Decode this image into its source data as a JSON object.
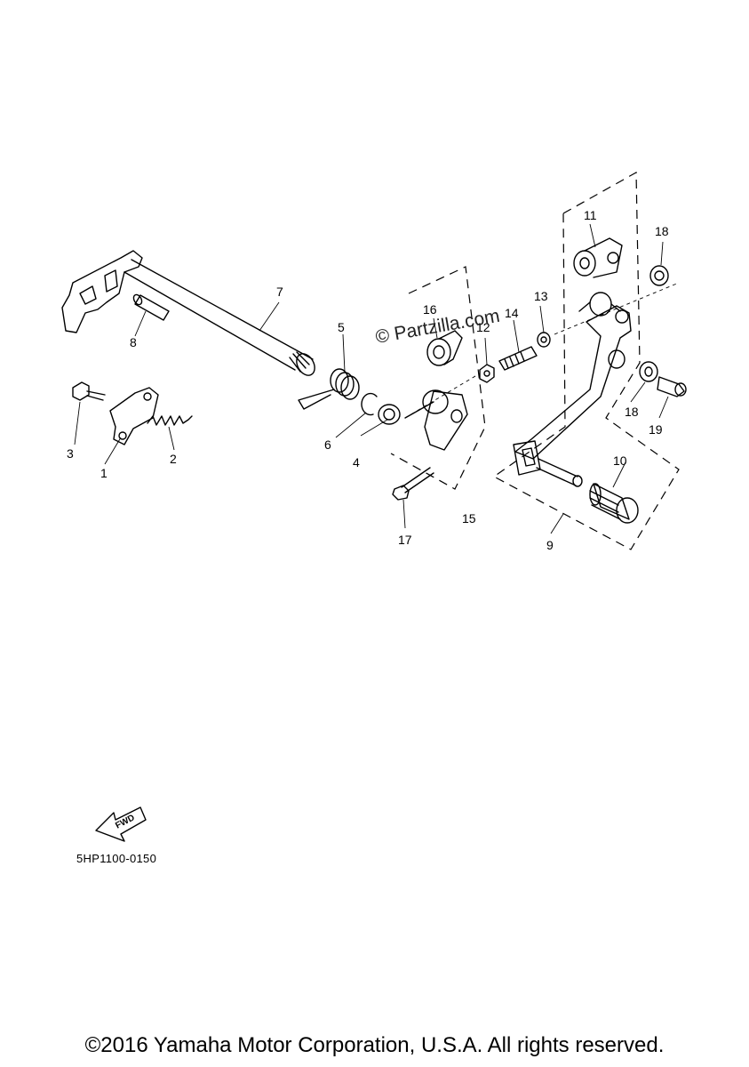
{
  "watermark": "© Partzilla.com",
  "diagram_code": "5HP1100-0150",
  "fwd_label": "FWD",
  "copyright": "©2016 Yamaha Motor Corporation, U.S.A. All rights reserved.",
  "callouts": {
    "c1": "1",
    "c2": "2",
    "c3": "3",
    "c4": "4",
    "c5": "5",
    "c6": "6",
    "c7": "7",
    "c8": "8",
    "c9": "9",
    "c10": "10",
    "c11": "11",
    "c12": "12",
    "c13": "13",
    "c14": "14",
    "c15": "15",
    "c16": "16",
    "c17": "17",
    "c18a": "18",
    "c18b": "18",
    "c19": "19"
  }
}
